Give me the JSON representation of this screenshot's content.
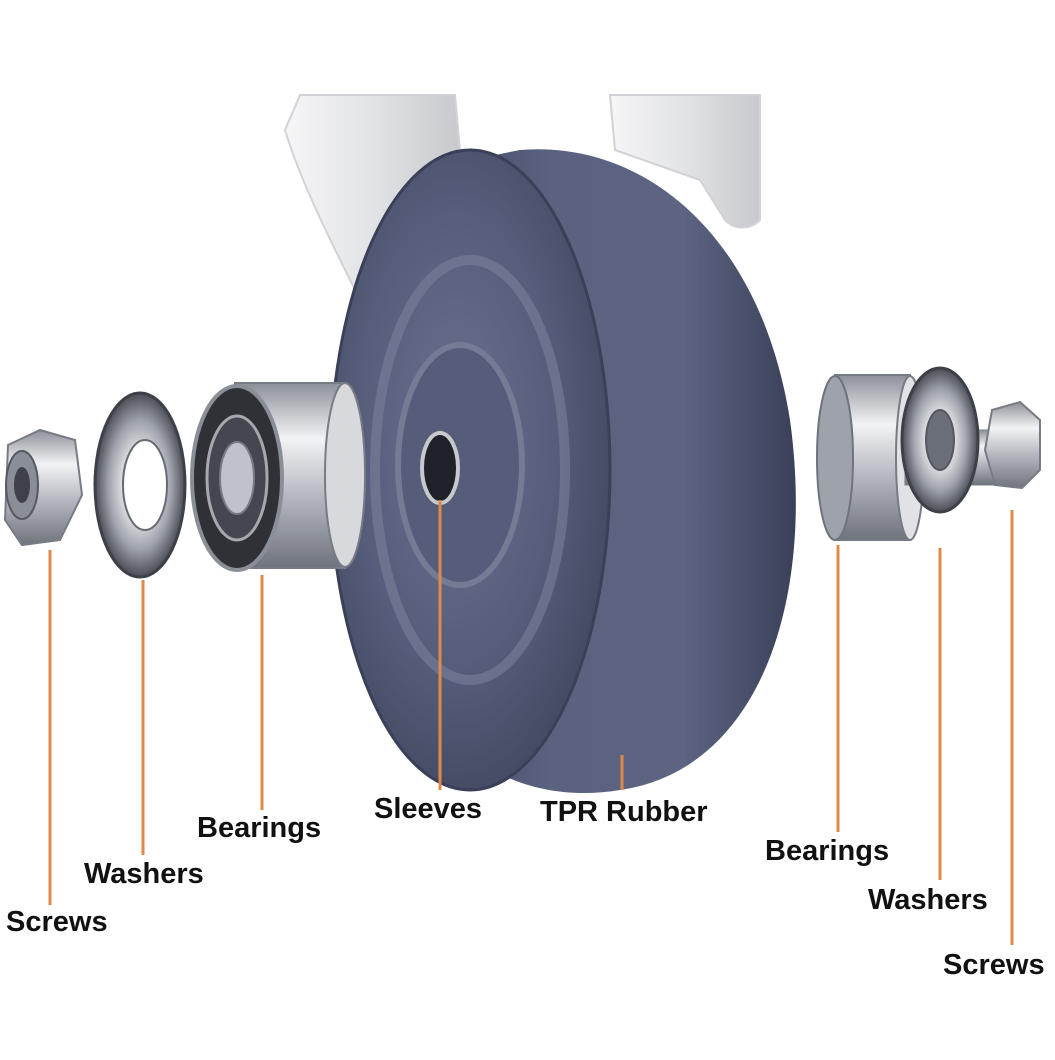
{
  "labels": {
    "left_screws": "Screws",
    "left_washers": "Washers",
    "left_bearings": "Bearings",
    "sleeves": "Sleeves",
    "tpr_rubber": "TPR Rubber",
    "right_bearings": "Bearings",
    "right_washers": "Washers",
    "right_screws": "Screws"
  },
  "colors": {
    "leader_line": "#e08a4a",
    "wheel": "#4f5670",
    "wheel_dark": "#3f4660",
    "metal": "#c9ccd2",
    "label_text": "#111111"
  }
}
